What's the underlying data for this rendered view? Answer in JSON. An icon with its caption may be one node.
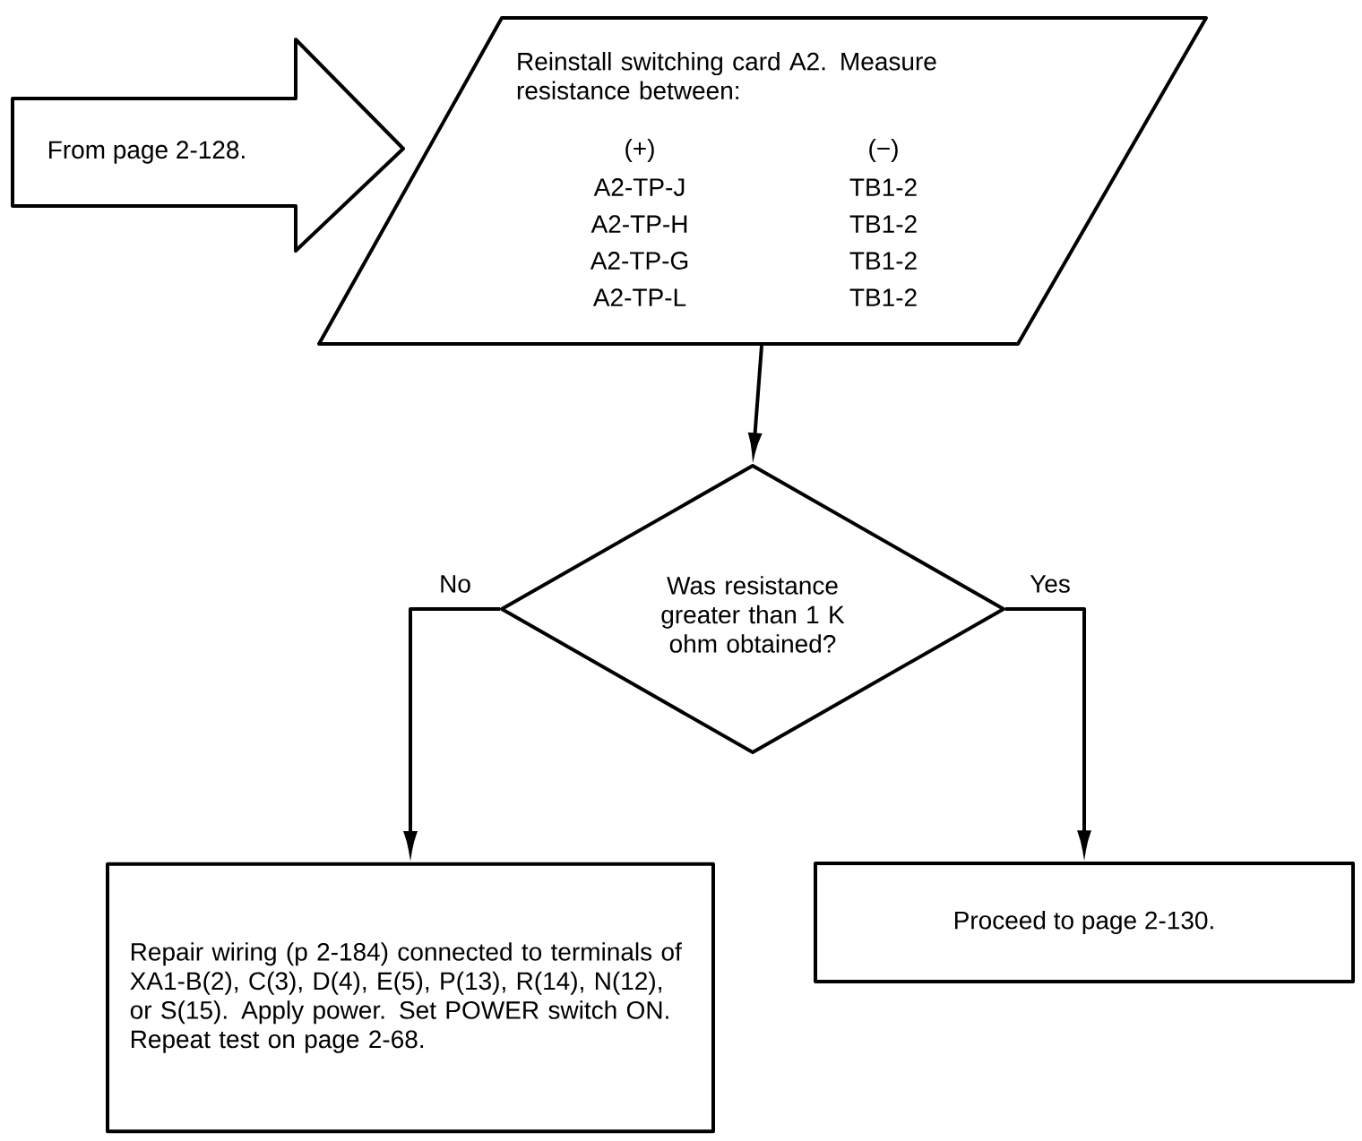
{
  "diagram": {
    "nodes": [
      {
        "text": [
          "From page 2-128."
        ]
      },
      {
        "text": [
          "Reinstall switching card A2. Measure resistance between:",
          "(+)",
          "(−)",
          "A2-TP-J",
          "TB1-2",
          "A2-TP-H",
          "TB1-2",
          "A2-TP-G",
          "TB1-2",
          "A2-TP-L",
          "TB1-2"
        ]
      },
      {
        "text": [
          "Was resistance greater than 1 K ohm obtained?"
        ]
      },
      {
        "text": [
          "Repair wiring (p 2-184) connected to terminals of XA1-B(2), C(3), D(4), E(5), P(13), R(14), N(12), or S(15). Apply power. Set POWER switch ON. Repeat test on page 2-68."
        ]
      },
      {
        "text": [
          "Proceed to page 2-130."
        ]
      }
    ],
    "edges": [
      {
        "from": 1,
        "to": 2,
        "arrow": "to"
      },
      {
        "from": 2,
        "to": 3,
        "arrow": "to",
        "label": "No"
      },
      {
        "from": 2,
        "to": 4,
        "arrow": "to",
        "label": "Yes"
      }
    ]
  }
}
